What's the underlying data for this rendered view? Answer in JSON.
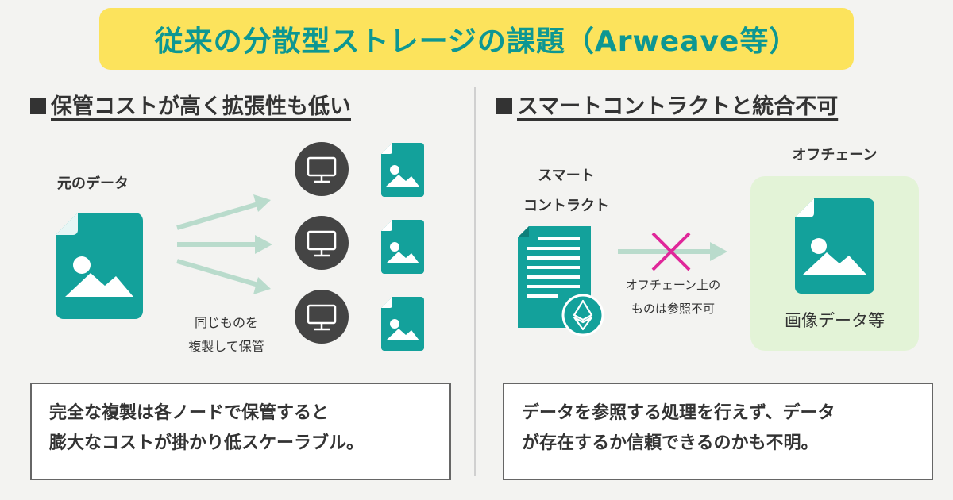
{
  "header": {
    "title": "従来の分散型ストレージの課題（Arweave等）"
  },
  "left": {
    "heading": "保管コストが高く拡張性も低い",
    "original_data_label": "元のデータ",
    "copy_label_line1": "同じものを",
    "copy_label_line2": "複製して保管",
    "note_line1": "完全な複製は各ノードで保管すると",
    "note_line2": "膨大なコストが掛かり低スケーラブル。"
  },
  "right": {
    "heading": "スマートコントラクトと統合不可",
    "contract_label_line1": "スマート",
    "contract_label_line2": "コントラクト",
    "offchain_label": "オフチェーン",
    "arrow_label_line1": "オフチェーン上の",
    "arrow_label_line2": "ものは参照不可",
    "offchain_data_label": "画像データ等",
    "note_line1": "データを参照する処理を行えず、データ",
    "note_line2": "が存在するか信頼できるのかも不明。"
  },
  "colors": {
    "teal": "#13a19b",
    "yellow": "#fce35c",
    "arrow": "#b9dbcc",
    "cross": "#e0279a",
    "dark": "#444444",
    "green_bg": "#e3f3d7"
  },
  "icons": [
    "image-file-icon",
    "monitor-icon",
    "document-icon",
    "ethereum-icon",
    "arrow-icon",
    "cross-icon"
  ]
}
